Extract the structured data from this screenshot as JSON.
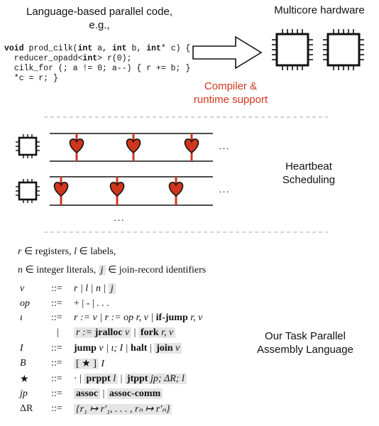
{
  "top": {
    "left_title_line1": "Language-based parallel code,",
    "left_title_line2": "e.g.,",
    "code_kw_void": "void",
    "code_l1_mid": " prod_cilk(",
    "code_kw_int1": "int",
    "code_l1_a": " a, ",
    "code_kw_int2": "int",
    "code_l1_b": " b, ",
    "code_kw_int3": "int",
    "code_l1_end": "* c) {",
    "code_l2_pre": "  reducer_opadd<",
    "code_kw_int4": "int",
    "code_l2_post": "> r(0);",
    "code_line3": "  cilk_for (; a != 0; a--) { r += b; }",
    "code_line4": "  *c = r; }",
    "right_title": "Multicore hardware",
    "compiler_line1": "Compiler &",
    "compiler_line2": "runtime support"
  },
  "heartbeat": {
    "label_line1": "Heartbeat",
    "label_line2": "Scheduling",
    "ellipsis": "···",
    "vertical_ellipsis": "···"
  },
  "tpal": {
    "label_line1": "Our Task Parallel",
    "label_line2": "Assembly Language"
  },
  "grammar": {
    "l1_r": "r",
    "l1_in1": "∈",
    "l1_t1": " registers,  ",
    "l1_l": "l",
    "l1_in2": "∈",
    "l1_t2": " labels,",
    "l2_n": "n",
    "l2_in1": "∈",
    "l2_t1": " integer literals,  ",
    "l2_j": "j",
    "l2_in2": "∈",
    "l2_t2": " join-record identifiers",
    "defeq": "::=",
    "v_sym": "v",
    "v_rhs": "r | l | n |",
    "v_hl": "j",
    "op_sym": "op",
    "op_rhs": "+ | - | . . .",
    "iota_sym": "ι",
    "iota_rhs1a": "r := v | r := op r, v |",
    "iota_rhs1b": "if-jump",
    "iota_rhs1c": " r, v",
    "iota_bar": "|",
    "iota_hl1a": "r := ",
    "iota_hl1b": "jralloc",
    "iota_hl1c": " v",
    "iota_mid": " | ",
    "iota_hl2a": "fork",
    "iota_hl2b": " r, v",
    "I_sym": "I",
    "I_rhs_a": "jump",
    "I_rhs_b": " v | ι; I | ",
    "I_rhs_c": "halt",
    "I_rhs_d": " | ",
    "I_hl_a": "join",
    "I_hl_b": " v",
    "B_sym": "B",
    "B_hl": "[ ★ ]",
    "B_rest": " I",
    "star_sym": "★",
    "star_rhs": "· | ",
    "star_hl1a": "prppt",
    "star_hl1b": " l",
    "star_mid": " | ",
    "star_hl2a": "jtppt",
    "star_hl2b": " jp; ΔR; l",
    "jp_sym": "jp",
    "jp_hl1": "assoc",
    "jp_mid": " | ",
    "jp_hl2": "assoc-comm",
    "dR_sym": "ΔR",
    "dR_hl": "{r₁ ↦ r′₁, . . . , rₙ ↦ r′ₙ}"
  }
}
